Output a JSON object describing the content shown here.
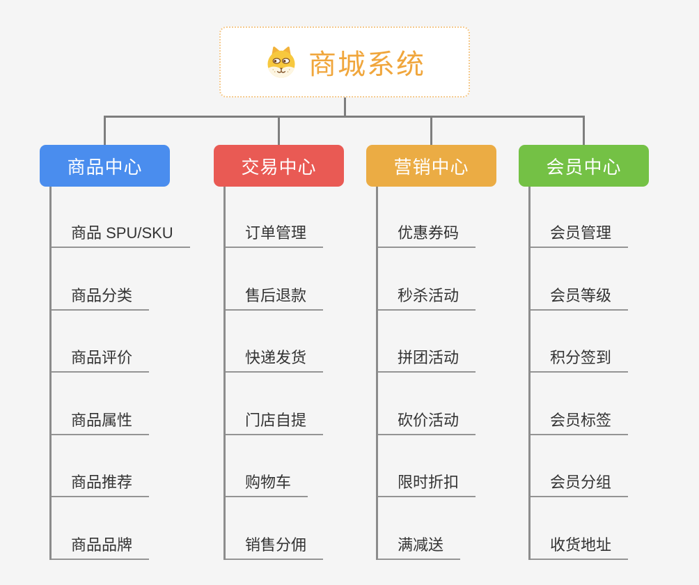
{
  "root": {
    "title": "商城系统",
    "icon": "dog-face-icon"
  },
  "branches": [
    {
      "label": "商品中心",
      "color": "#4A8DEE",
      "items": [
        "商品 SPU/SKU",
        "商品分类",
        "商品评价",
        "商品属性",
        "商品推荐",
        "商品品牌"
      ]
    },
    {
      "label": "交易中心",
      "color": "#E95A54",
      "items": [
        "订单管理",
        "售后退款",
        "快递发货",
        "门店自提",
        "购物车",
        "销售分佣"
      ]
    },
    {
      "label": "营销中心",
      "color": "#EBAC44",
      "items": [
        "优惠券码",
        "秒杀活动",
        "拼团活动",
        "砍价活动",
        "限时折扣",
        "满减送"
      ]
    },
    {
      "label": "会员中心",
      "color": "#74C145",
      "items": [
        "会员管理",
        "会员等级",
        "积分签到",
        "会员标签",
        "会员分组",
        "收货地址"
      ]
    }
  ],
  "colors": {
    "background": "#F5F5F5",
    "root_text": "#F0A63C",
    "root_border": "#F5C98C",
    "connector": "#7E7E7E",
    "branch_trunk_line": "#8C8C8C",
    "item_underline": "#949494",
    "item_text": "#333333",
    "branch_text": "#FFFFFF"
  }
}
